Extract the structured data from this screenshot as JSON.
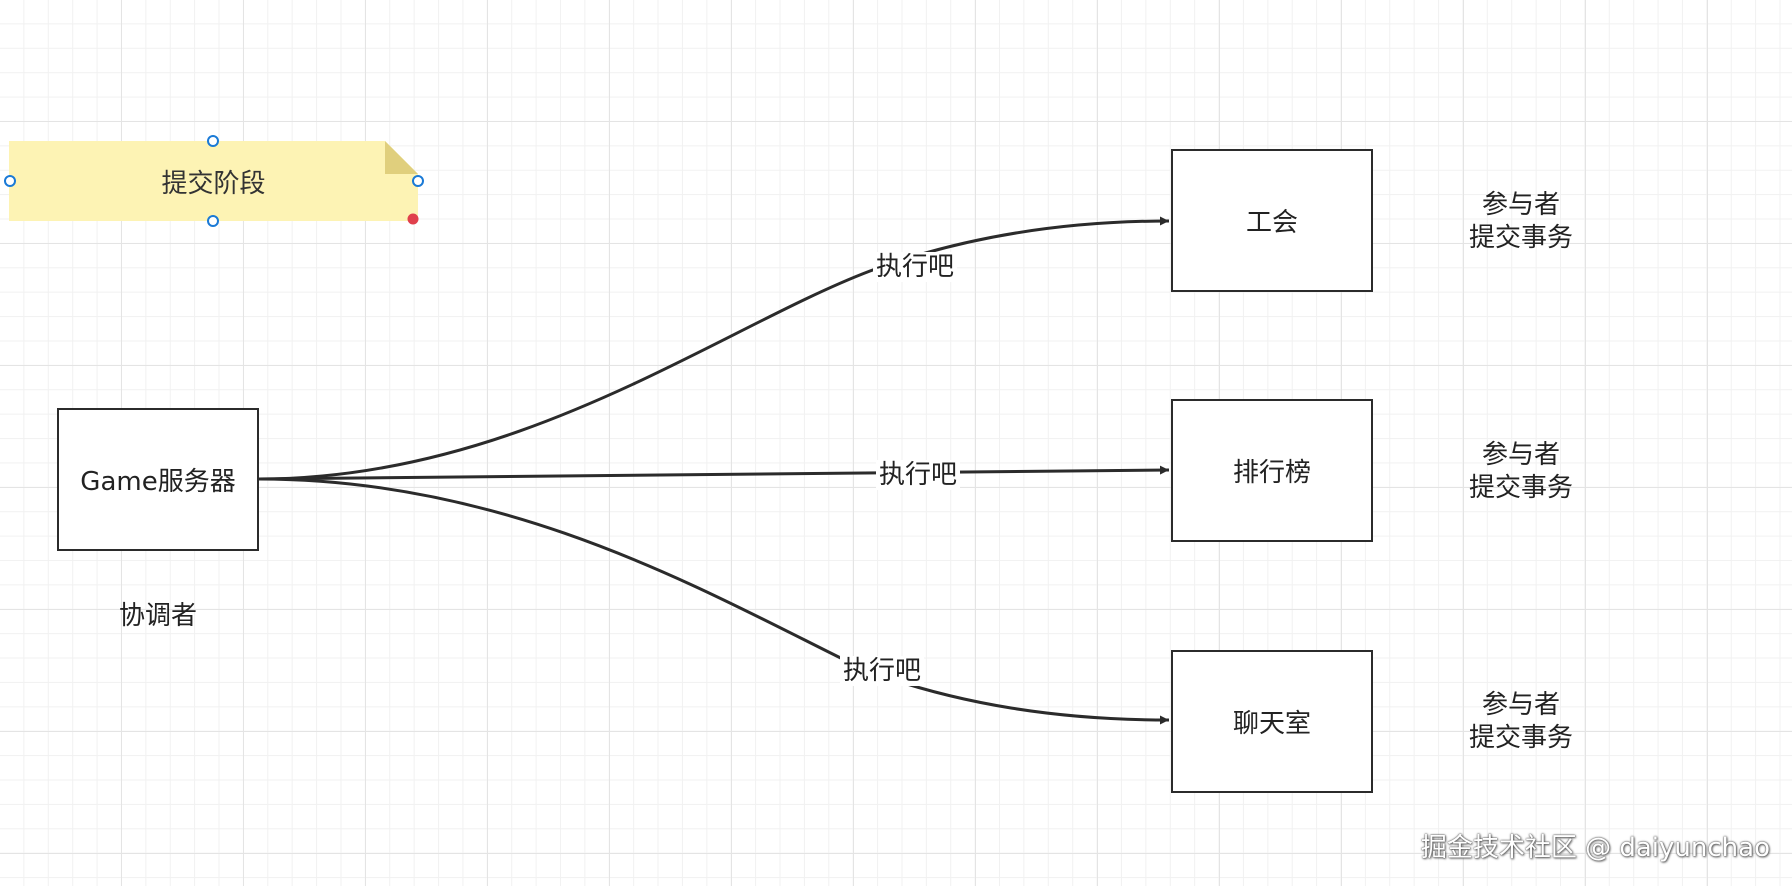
{
  "note": {
    "label": "提交阶段"
  },
  "coordinator": {
    "label": "Game服务器",
    "role": "协调者"
  },
  "participants": [
    {
      "label": "工会",
      "role_line1": "参与者",
      "role_line2": "提交事务"
    },
    {
      "label": "排行榜",
      "role_line1": "参与者",
      "role_line2": "提交事务"
    },
    {
      "label": "聊天室",
      "role_line1": "参与者",
      "role_line2": "提交事务"
    }
  ],
  "edges": [
    {
      "from": "Game服务器",
      "to": "工会",
      "label": "执行吧"
    },
    {
      "from": "Game服务器",
      "to": "排行榜",
      "label": "执行吧"
    },
    {
      "from": "Game服务器",
      "to": "聊天室",
      "label": "执行吧"
    }
  ],
  "watermark": "掘金技术社区 @ daiyunchao",
  "colors": {
    "note_fill": "#fdf3b4",
    "note_fold": "#e0cf7d",
    "stroke": "#2b2b2b",
    "handle": "#1a7ad6",
    "handle_active": "#e0404c"
  }
}
